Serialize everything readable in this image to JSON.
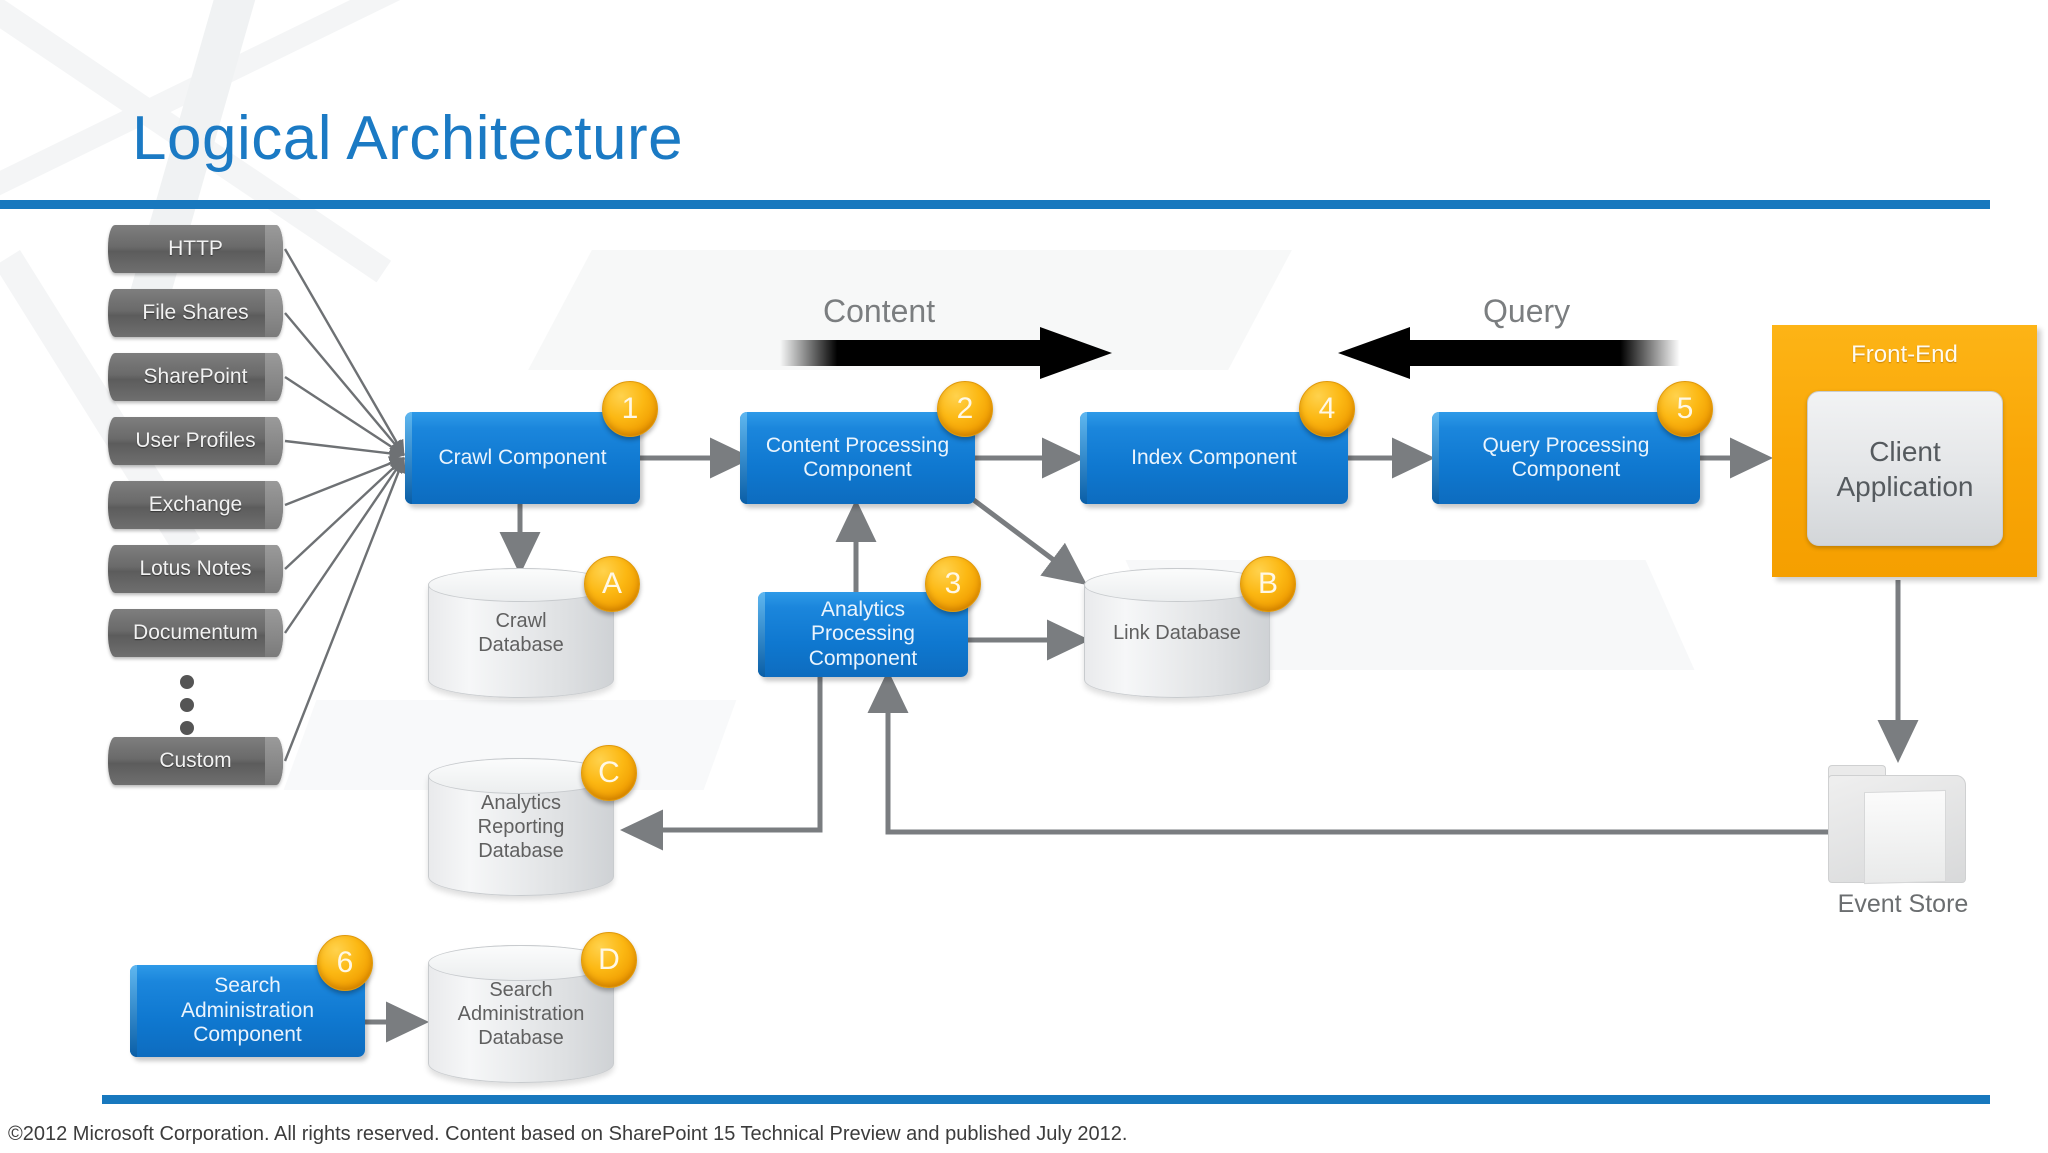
{
  "page": {
    "title": "Logical Architecture",
    "footer": "©2012 Microsoft Corporation. All rights reserved. Content based on SharePoint 15 Technical Preview and published July 2012.",
    "accent_blue": "#1878be",
    "title_blue": "#1b7ac4",
    "component_blue": "#0f78d0",
    "badge_orange": "#fcb813",
    "frontend_orange": "#f9a707"
  },
  "content_sources": {
    "items": [
      {
        "label": "HTTP"
      },
      {
        "label": "File Shares"
      },
      {
        "label": "SharePoint"
      },
      {
        "label": "User Profiles"
      },
      {
        "label": "Exchange"
      },
      {
        "label": "Lotus Notes"
      },
      {
        "label": "Documentum"
      },
      {
        "label": "Custom"
      }
    ],
    "ellipsis": "⋮"
  },
  "flows": [
    {
      "name": "content",
      "label": "Content",
      "direction": "right"
    },
    {
      "name": "query",
      "label": "Query",
      "direction": "left"
    }
  ],
  "components": [
    {
      "key": "crawl",
      "label": "Crawl Component",
      "badge": "1"
    },
    {
      "key": "content",
      "label": "Content Processing\nComponent",
      "badge": "2"
    },
    {
      "key": "analytics",
      "label": "Analytics\nProcessing\nComponent",
      "badge": "3"
    },
    {
      "key": "index",
      "label": "Index Component",
      "badge": "4"
    },
    {
      "key": "query",
      "label": "Query Processing\nComponent",
      "badge": "5"
    },
    {
      "key": "searchadmin",
      "label": "Search\nAdministration\nComponent",
      "badge": "6"
    }
  ],
  "databases": [
    {
      "key": "crawl_db",
      "label": "Crawl\nDatabase",
      "badge": "A"
    },
    {
      "key": "link_db",
      "label": "Link Database",
      "badge": "B"
    },
    {
      "key": "analytics_db",
      "label": "Analytics\nReporting\nDatabase",
      "badge": "C"
    },
    {
      "key": "admin_db",
      "label": "Search\nAdministration\nDatabase",
      "badge": "D"
    }
  ],
  "frontend": {
    "title": "Front-End",
    "client": "Client\nApplication"
  },
  "event_store": {
    "label": "Event Store"
  }
}
